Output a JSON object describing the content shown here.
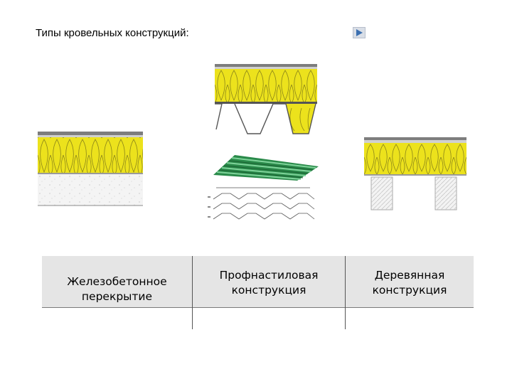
{
  "slide": {
    "title": "Типы кровельных конструкций:",
    "nav_icon": "play-triangle-icon"
  },
  "figures": [
    {
      "name": "reinforced-concrete-roof",
      "icon": "insulation-over-concrete-slab"
    },
    {
      "name": "profiled-deck-roof",
      "icon": "insulation-over-trapezoidal-deck"
    },
    {
      "name": "corrugated-sheet",
      "icon": "green-corrugated-sheet"
    },
    {
      "name": "profile-dimension-drawing",
      "icon": "profile-cross-section-drawing"
    },
    {
      "name": "wooden-roof",
      "icon": "insulation-over-timber-beams"
    }
  ],
  "table": {
    "cells": [
      {
        "label": "Железобетонное\nперекрытие"
      },
      {
        "label": "Профнастиловая\nконструкция"
      },
      {
        "label": "Деревянная\nконструкция"
      }
    ]
  },
  "colors": {
    "insulation": "#ece21c",
    "insulation_line": "#8a8418",
    "deck_green": "#2a8a4a",
    "table_header": "#e5e5e5"
  }
}
